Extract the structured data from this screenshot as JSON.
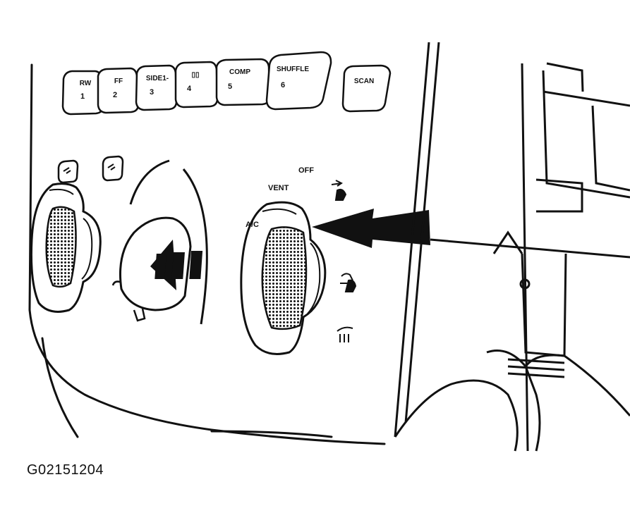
{
  "figure_id": "G02151204",
  "presets": [
    {
      "top": "RW",
      "bottom": "1"
    },
    {
      "top": "FF",
      "bottom": "2"
    },
    {
      "top": "SIDE1-",
      "bottom": "3"
    },
    {
      "top": "▯▯",
      "bottom": "4"
    },
    {
      "top": "COMP",
      "bottom": "5"
    },
    {
      "top": "SHUFFLE",
      "bottom": "6"
    }
  ],
  "scan_label": "SCAN",
  "mode_labels": {
    "off": "OFF",
    "vent": "VENT",
    "ac": "A/C"
  },
  "colors": {
    "ink": "#111111",
    "paper": "#ffffff"
  }
}
